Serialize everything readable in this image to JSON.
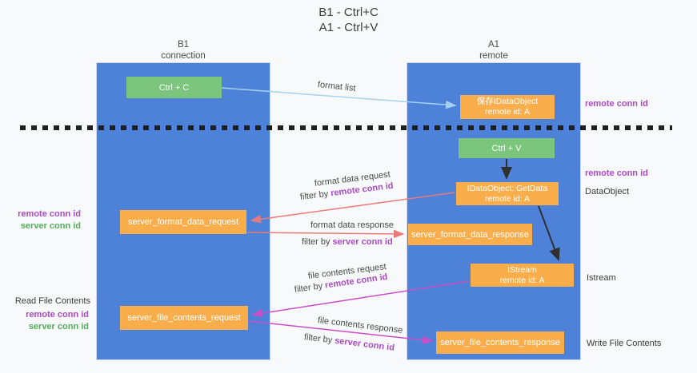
{
  "title": {
    "line1": "B1 - Ctrl+C",
    "line2": "A1 - Ctrl+V"
  },
  "lifelines": {
    "left": {
      "name": "B1",
      "role": "connection"
    },
    "right": {
      "name": "A1",
      "role": "remote"
    }
  },
  "nodes": {
    "ctrl_c": {
      "label": "Ctrl + C"
    },
    "ctrl_v": {
      "label": "Ctrl + V"
    },
    "save_dataobject": {
      "line1": "保存IDataObject",
      "line2": "remote id: A"
    },
    "getdata": {
      "line1": "IDataObject::GetData",
      "line2": "remote id: A"
    },
    "istream": {
      "line1": "IStream",
      "line2": "remote id: A"
    },
    "format_request": {
      "label": "server_format_data_request"
    },
    "format_response": {
      "label": "server_format_data_response"
    },
    "file_request": {
      "label": "server_file_contents_request"
    },
    "file_response": {
      "label": "server_file_contents_response"
    }
  },
  "edges": {
    "format_list": {
      "label": "format list"
    },
    "format_data_request": {
      "label": "format data request",
      "filter_prefix": "filter by ",
      "filter_key": "remote conn id"
    },
    "format_data_response": {
      "label": "format data response",
      "filter_prefix": "filter by ",
      "filter_key": "server conn id"
    },
    "file_contents_request": {
      "label": "file contents request",
      "filter_prefix": "filter by ",
      "filter_key": "remote conn id"
    },
    "file_contents_response": {
      "label": "file contents response",
      "filter_prefix": "filter by ",
      "filter_key": "server conn id"
    }
  },
  "side_labels": {
    "remote_conn_id_top_right": "remote conn id",
    "remote_conn_id_mid_right": "remote conn id",
    "dataobject": "DataObject",
    "istream": "Istream",
    "write_file_contents": "Write File Contents",
    "remote_conn_id_mid_left": "remote conn id",
    "server_conn_id_mid_left": "server conn id",
    "read_file_contents": "Read File Contents",
    "remote_conn_id_bottom_left": "remote conn id",
    "server_conn_id_bottom_left": "server conn id"
  },
  "colors": {
    "bg": "#f8f9fb",
    "column_blue": "#4d82d8",
    "box_orange": "#f9ae4b",
    "box_green": "#7cc57d",
    "arrow_lightblue": "#a5d2f3",
    "arrow_salmon": "#e87a78",
    "arrow_magenta": "#cb4ec9",
    "arrow_black": "#2f2f2f",
    "dashed_line": "#1f1f1f",
    "text_purple": "#ab4ac4",
    "text_green": "#53ae58"
  }
}
